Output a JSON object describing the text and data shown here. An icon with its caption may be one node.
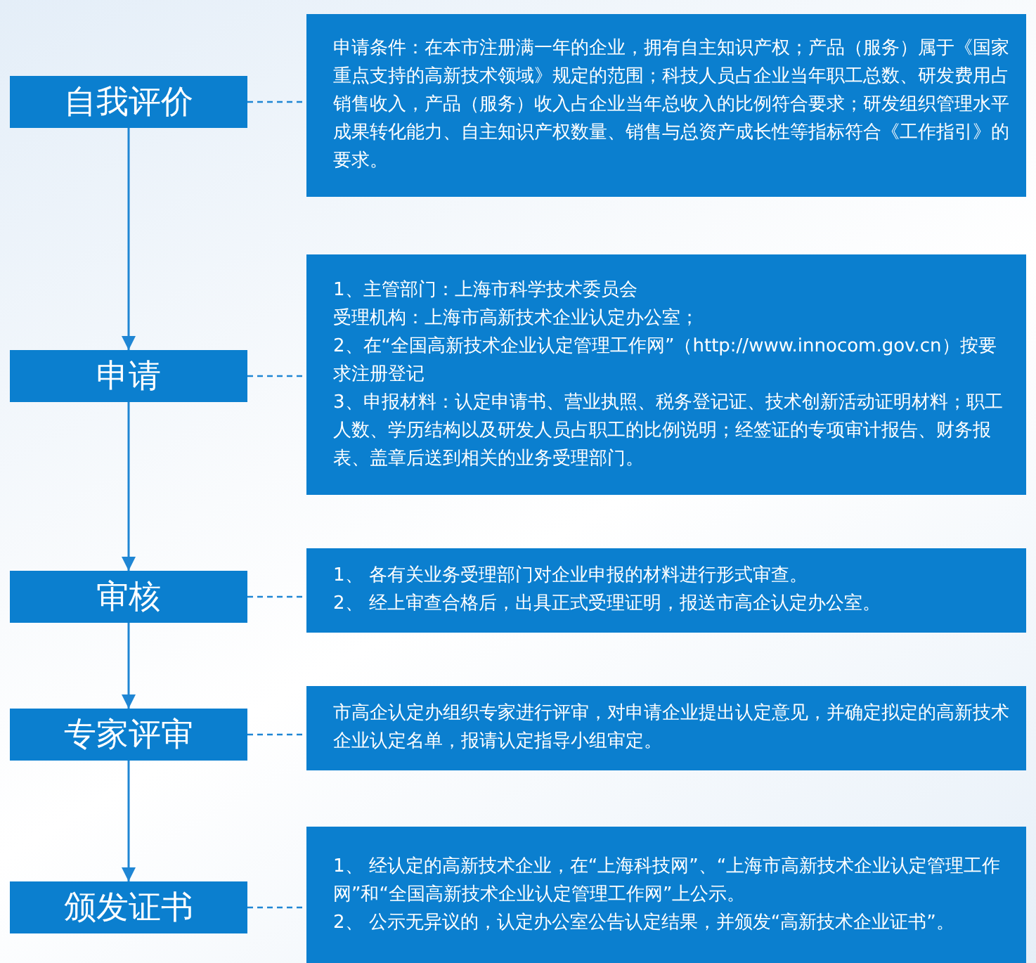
{
  "diagram": {
    "nodes": [
      {
        "text": [
          "自我评价"
        ]
      },
      {
        "text": [
          "申请条件：在本市注册满一年的企业，拥有自主知识产权；产品（服务）属于《国家重点支持的高新技术领域》规定的范围；科技人员占企业当年职工总数、研发费用占销售收入，产品（服务）收入占企业当年总收入的比例符合要求；研发组织管理水平成果转化能力、自主知识产权数量、销售与总资产成长性等指标符合《工作指引》的要求。"
        ]
      },
      {
        "text": [
          "申请"
        ]
      },
      {
        "text": [
          "1、主管部门：上海市科学技术委员会",
          "受理机构：上海市高新技术企业认定办公室；",
          "2、在“全国高新技术企业认定管理工作网”（http://www.innocom.gov.cn）按要求注册登记",
          "3、申报材料：认定申请书、营业执照、税务登记证、技术创新活动证明材料；职工人数、学历结构以及研发人员占职工的比例说明；经签证的专项审计报告、财务报表、盖章后送到相关的业务受理部门。"
        ]
      },
      {
        "text": [
          "审核"
        ]
      },
      {
        "text": [
          "1、 各有关业务受理部门对企业申报的材料进行形式审查。",
          "2、 经上审查合格后，出具正式受理证明，报送市高企认定办公室。"
        ]
      },
      {
        "text": [
          "专家评审"
        ]
      },
      {
        "text": [
          "市高企认定办组织专家进行评审，对申请企业提出认定意见，并确定拟定的高新技术企业认定名单，报请认定指导小组审定。"
        ]
      },
      {
        "text": [
          "颁发证书"
        ]
      },
      {
        "text": [
          "1、 经认定的高新技术企业，在“上海科技网”、“上海市高新技术企业认定管理工作网”和“全国高新技术企业认定管理工作网”上公示。",
          "2、 公示无异议的，认定办公室公告认定结果，并颁发“高新技术企业证书”。"
        ]
      }
    ],
    "edges": [
      {
        "from": 0,
        "to": 2,
        "arrow": "to"
      },
      {
        "from": 2,
        "to": 4,
        "arrow": "to"
      },
      {
        "from": 4,
        "to": 6,
        "arrow": "to"
      },
      {
        "from": 6,
        "to": 8,
        "arrow": "to"
      },
      {
        "from": 0,
        "to": 1,
        "arrow": "none",
        "style": "dashed"
      },
      {
        "from": 2,
        "to": 3,
        "arrow": "none",
        "style": "dashed"
      },
      {
        "from": 4,
        "to": 5,
        "arrow": "none",
        "style": "dashed"
      },
      {
        "from": 6,
        "to": 7,
        "arrow": "none",
        "style": "dashed"
      },
      {
        "from": 8,
        "to": 9,
        "arrow": "none",
        "style": "dashed"
      }
    ]
  }
}
